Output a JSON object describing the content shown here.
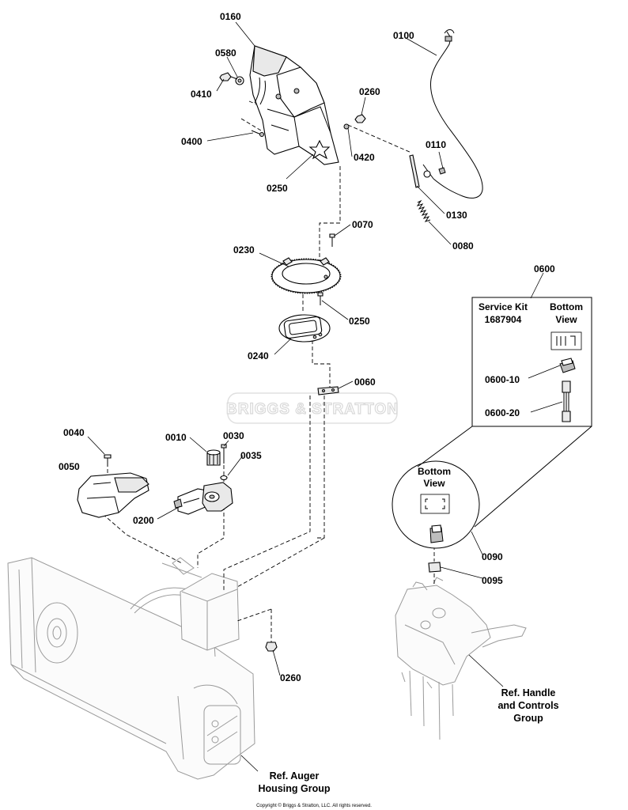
{
  "callouts": {
    "c0160": "0160",
    "c0580": "0580",
    "c0410": "0410",
    "c0400": "0400",
    "c0260a": "0260",
    "c0420": "0420",
    "c0250a": "0250",
    "c0100": "0100",
    "c0110": "0110",
    "c0130": "0130",
    "c0080": "0080",
    "c0070": "0070",
    "c0230": "0230",
    "c0250b": "0250",
    "c0240": "0240",
    "c0060": "0060",
    "c0040": "0040",
    "c0050": "0050",
    "c0010": "0010",
    "c0030": "0030",
    "c0035": "0035",
    "c0200": "0200",
    "c0260b": "0260",
    "c0600": "0600",
    "c0600_10": "0600-10",
    "c0600_20": "0600-20",
    "c0090": "0090",
    "c0095": "0095"
  },
  "service_kit": {
    "title_line1": "Service Kit",
    "title_line2": "1687904",
    "bottom_view_line1": "Bottom",
    "bottom_view_line2": "View"
  },
  "circle_detail": {
    "bottom_view_line1": "Bottom",
    "bottom_view_line2": "View"
  },
  "references": {
    "handle_line1": "Ref. Handle",
    "handle_line2": "and Controls",
    "handle_line3": "Group",
    "auger_line1": "Ref. Auger",
    "auger_line2": "Housing Group"
  },
  "watermark": "BRIGGS & STRATTON",
  "copyright": "Copyright © Briggs & Stratton, LLC. All rights reserved."
}
